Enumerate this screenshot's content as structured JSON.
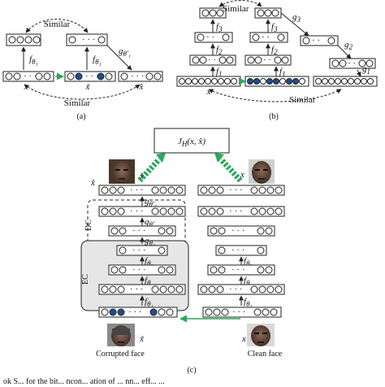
{
  "panel_a": {
    "caption": "(a)",
    "similar_top": "Similar",
    "similar_bottom": "Similar",
    "f_label": "f",
    "f_sub": "θ₁",
    "g_label": "g",
    "g_sub": "θ′₁",
    "x_label": "x",
    "xt_label": "x̃",
    "xhat_label": "x̂"
  },
  "panel_b": {
    "caption": "(b)",
    "similar_top": "Similar",
    "similar_bottom": "Similar",
    "labels": [
      "f₁",
      "f₂",
      "f₃",
      "f₁",
      "f₂",
      "f₃",
      "g₁",
      "g₂",
      "g₃"
    ],
    "x_label": "x"
  },
  "panel_c": {
    "caption": "(c)",
    "loss_label": "J_H(x, x̂)",
    "dc_label": "DC",
    "ec_label": "EC",
    "corrupted_label": "Corrupted face",
    "clean_label": "Clean face",
    "xt_label": "x̃",
    "xhat_label": "x̂",
    "x_label": "x",
    "left_labels": [
      "g_{θ'_1}",
      "g_{θ'_2}",
      "g_{θ_3}",
      "f_{θ_3}",
      "f_{θ_2}",
      "f_{θ_1}"
    ],
    "right_labels": [
      "f_{θ_3}",
      "f_{θ_2}",
      "f_{θ_1}"
    ]
  },
  "footer_text": "ok S... for the bit... ncon... ation of ... nn... eff... ...",
  "colors": {
    "accent_blue": "#1f4e8c",
    "arrow_green": "#2aa85a",
    "stroke": "#222222",
    "panel_grey": "#e6e6e6"
  }
}
